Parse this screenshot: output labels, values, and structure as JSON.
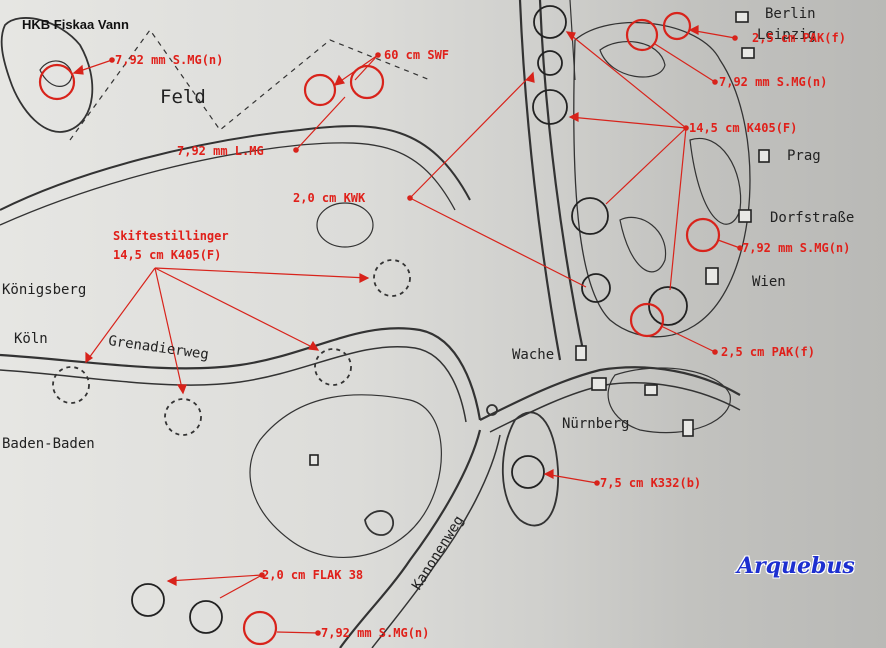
{
  "title": "HKB Fiskaa Vann",
  "brand": "Arquebus",
  "places": {
    "berlin": "Berlin",
    "leipzig": "Leipzig",
    "prag": "Prag",
    "dorfstrasse": "Dorfstraße",
    "wien": "Wien",
    "wache": "Wache",
    "nurnberg": "Nürnberg",
    "feld": "Feld",
    "konigsberg": "Königsberg",
    "koln": "Köln",
    "grenadierweg": "Grenadierweg",
    "badenbaden": "Baden-Baden",
    "kanonenweg": "Kanonenweg"
  },
  "labels": {
    "smg_top_left": "7,92 mm S.MG(n)",
    "swf": "60 cm SWF",
    "lmg": "7,92 mm L.MG",
    "kwk": "2,0 cm KWK",
    "skift_1": "Skiftestillinger",
    "skift_2": "14,5 cm K405(F)",
    "pak_top": "2,5 cm PAK(f)",
    "smg_top_right": "7,92 mm S.MG(n)",
    "k405": "14,5 cm K405(F)",
    "smg_right": "7,92 mm S.MG(n)",
    "pak_mid": "2,5 cm PAK(f)",
    "k332": "7,5 cm K332(b)",
    "flak": "2,0 cm FLAK 38",
    "smg_bottom": "7,92 mm S.MG(n)"
  },
  "colors": {
    "annotation": "#e0201a",
    "brand": "#1d2fd0",
    "ink": "#2a2a2a"
  }
}
